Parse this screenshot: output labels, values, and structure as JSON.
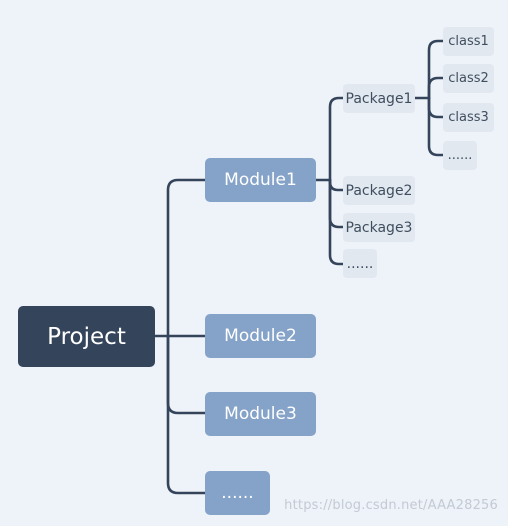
{
  "project": {
    "label": "Project"
  },
  "modules": [
    {
      "label": "Module1"
    },
    {
      "label": "Module2"
    },
    {
      "label": "Module3"
    },
    {
      "label": "......"
    }
  ],
  "packages": [
    {
      "label": "Package1"
    },
    {
      "label": "Package2"
    },
    {
      "label": "Package3"
    },
    {
      "label": "......"
    }
  ],
  "classes": [
    {
      "label": "class1"
    },
    {
      "label": "class2"
    },
    {
      "label": "class3"
    },
    {
      "label": "......"
    }
  ],
  "watermark": "https://blog.csdn.net/AAA28256",
  "colors": {
    "background": "#eef3f9",
    "root": "#34445b",
    "module": "#85a2c8",
    "leaf": "#e2e8f0",
    "connector": "#34445b"
  }
}
